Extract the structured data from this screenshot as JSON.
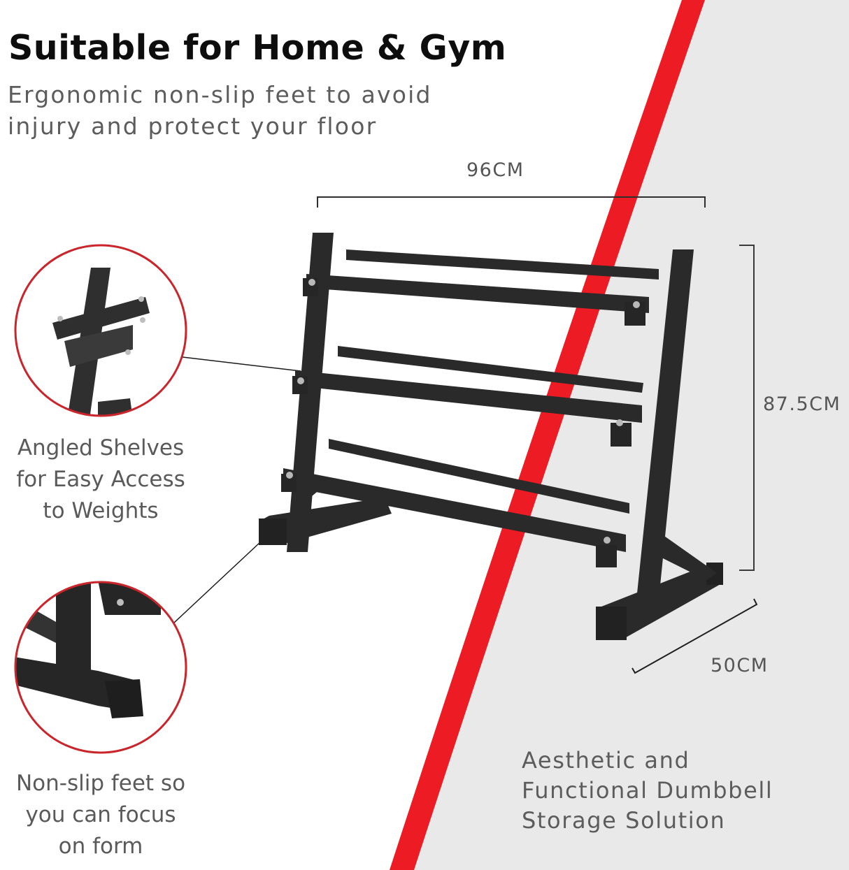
{
  "header": {
    "title": "Suitable for Home & Gym",
    "subtitle_lines": [
      "Ergonomic non-slip feet to avoid",
      "injury and protect your floor"
    ]
  },
  "dimensions": {
    "width": "96CM",
    "height": "87.5CM",
    "depth": "50CM"
  },
  "callouts": [
    {
      "icon": "shelf-bracket-closeup-icon",
      "lines": [
        "Angled Shelves",
        "for Easy Access",
        "to Weights"
      ]
    },
    {
      "icon": "non-slip-foot-closeup-icon",
      "lines": [
        "Non-slip feet so",
        "you can focus",
        "on form"
      ]
    }
  ],
  "tagline_lines": [
    "Aesthetic and",
    "Functional Dumbbell",
    "Storage Solution"
  ],
  "product": {
    "icon": "three-tier-dumbbell-rack-icon"
  },
  "colors": {
    "accent_red": "#ed1c24",
    "circle_red": "#c9252b",
    "panel_gray": "#e9e9e9",
    "text_gray": "#5a5a5a",
    "rack_black": "#2a2a2a"
  }
}
